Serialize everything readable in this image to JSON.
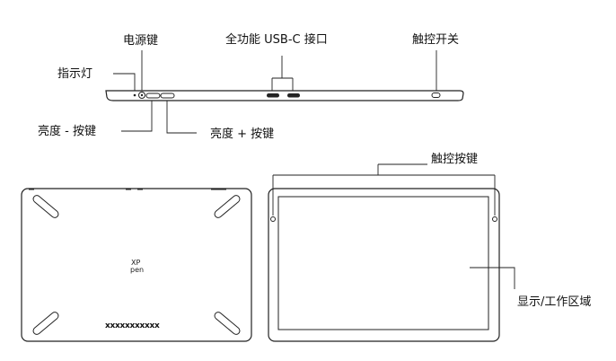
{
  "labels": {
    "power_key": "电源键",
    "usb_c_port": "全功能 USB-C 接口",
    "touch_switch": "触控开关",
    "indicator_light": "指示灯",
    "brightness_minus": "亮度 - 按键",
    "brightness_plus": "亮度 + 按键",
    "touch_keys": "触控按键",
    "display_area": "显示/工作区域"
  },
  "back_panel": {
    "logo_line1": "XP",
    "logo_line2": "pen",
    "vent_pattern": "xxxxxxxxxxx"
  },
  "colors": {
    "line": "#222222",
    "text": "#111111",
    "background": "#ffffff"
  }
}
